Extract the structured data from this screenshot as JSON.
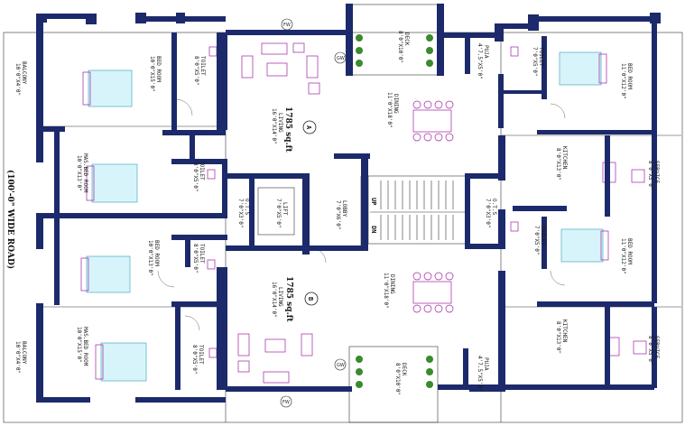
{
  "road": "(100'-0\" WIDE ROAD)",
  "unitA": {
    "mark": "A",
    "area": "1785 sq.ft"
  },
  "unitB": {
    "mark": "B",
    "area": "1785 sq.ft"
  },
  "rooms": {
    "balcony_top": {
      "name": "BALCONY",
      "size": "10'0\"X4'0\""
    },
    "bedroom_top_left": {
      "name": "BED ROOM",
      "size": "10'0\"X15'0\""
    },
    "toilet_top_left": {
      "name": "TOILET",
      "size": "8'0\"X5'0\""
    },
    "living_a": {
      "name": "LIVING",
      "size": "16'0\"X14'0\""
    },
    "deck_top": {
      "name": "DECK",
      "size": "8'0\"X10'0\""
    },
    "dining_a": {
      "name": "DINING",
      "size": "11'0\"X18'0\""
    },
    "puja_top": {
      "name": "PUJA",
      "size": "4'7.5\"X5'0\""
    },
    "toilet_top_right": {
      "name": "TOILET",
      "size": "7'0\"X5'0\""
    },
    "bedroom_top_right": {
      "name": "BED ROOM",
      "size": "11'0\"X12'0\""
    },
    "masbed_upper": {
      "name": "MAS.BED ROOM",
      "size": "10'0\"X13'0\""
    },
    "toilet_mid_left": {
      "name": "TOILET",
      "size": "8'0\"X5'0\""
    },
    "ots_left": {
      "name": "O.T.S",
      "size": "7'0\"X3'0\""
    },
    "lift": {
      "name": "LIFT",
      "size": "7'0\"X5'0\""
    },
    "lobby": {
      "name": "LOBBY",
      "size": "7'0\"X6'0\""
    },
    "ots_right": {
      "name": "O.T.S",
      "size": "7'0\"X3'0\""
    },
    "kitchen_a": {
      "name": "KITCHEN",
      "size": "8'0\"X13'0\""
    },
    "service_a": {
      "name": "SERVICE",
      "size": "8'0\"X5'0\""
    },
    "toilet_mid_right": {
      "name": "TOILET",
      "size": "7'0\"X5'0\""
    },
    "bedroom_mid_right": {
      "name": "BED ROOM",
      "size": "11'0\"X12'0\""
    },
    "bedroom_lower_left": {
      "name": "BED ROOM",
      "size": "10'0\"X13'0\""
    },
    "toilet_lower_left": {
      "name": "TOILET",
      "size": "8'0\"X5'0\""
    },
    "living_b": {
      "name": "LIVING",
      "size": "16'0\"X14'0\""
    },
    "dining_b": {
      "name": "DINING",
      "size": "11'0\"X18'0\""
    },
    "kitchen_b": {
      "name": "KITCHEN",
      "size": "8'0\"X13'0\""
    },
    "service_b": {
      "name": "SERVICE",
      "size": "8'0\"X5'0\""
    },
    "masbed_lower": {
      "name": "MAS.BED ROOM",
      "size": "10'0\"X15'0\""
    },
    "balcony_bottom": {
      "name": "BALCONY",
      "size": "10'0\"X4'0\""
    },
    "toilet_bottom": {
      "name": "TOILET",
      "size": "8'0\"X5'0\""
    },
    "deck_bottom": {
      "name": "DECK",
      "size": "8'0\"X10'0\""
    },
    "puja_bottom": {
      "name": "PUJA",
      "size": "4'7.5\"X5'0\""
    }
  },
  "stairs": {
    "up": "UP",
    "down": "DN"
  },
  "tags": {
    "fw": "FW",
    "gw": "GW"
  }
}
